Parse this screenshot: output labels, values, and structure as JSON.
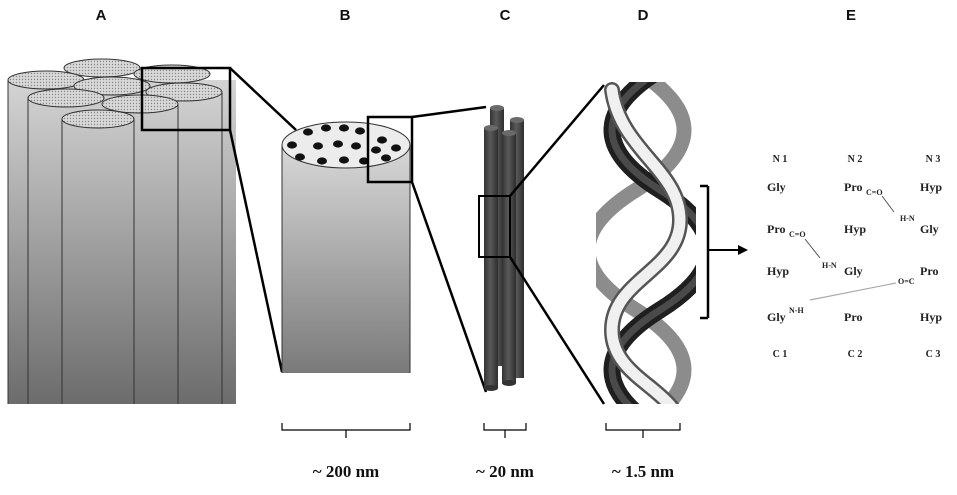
{
  "panels": {
    "a": "A",
    "b": "B",
    "c": "C",
    "d": "D",
    "e": "E"
  },
  "scales": {
    "b": "~ 200 nm",
    "c": "~ 20 nm",
    "d": "~ 1.5 nm"
  },
  "chains": {
    "n1": "N 1",
    "n2": "N 2",
    "n3": "N 3",
    "c1": "C 1",
    "c2": "C 2",
    "c3": "C 3"
  },
  "residues": {
    "col1": [
      "Gly",
      "Pro",
      "Hyp",
      "Gly"
    ],
    "col2": [
      "Pro",
      "Hyp",
      "Gly",
      "Pro"
    ],
    "col3": [
      "Hyp",
      "Gly",
      "Pro",
      "Hyp"
    ]
  },
  "bonds": {
    "co": "C=O",
    "hn": "H-N",
    "oc": "O=C",
    "nh": "N-H"
  },
  "colors": {
    "cylinder_light": "#d2d2d2",
    "cylinder_dark": "#6a6a6a",
    "fibril": "#474747",
    "strand_dark": "#2b2b2b",
    "strand_mid": "#8c8c8c",
    "strand_light": "#ececec"
  }
}
